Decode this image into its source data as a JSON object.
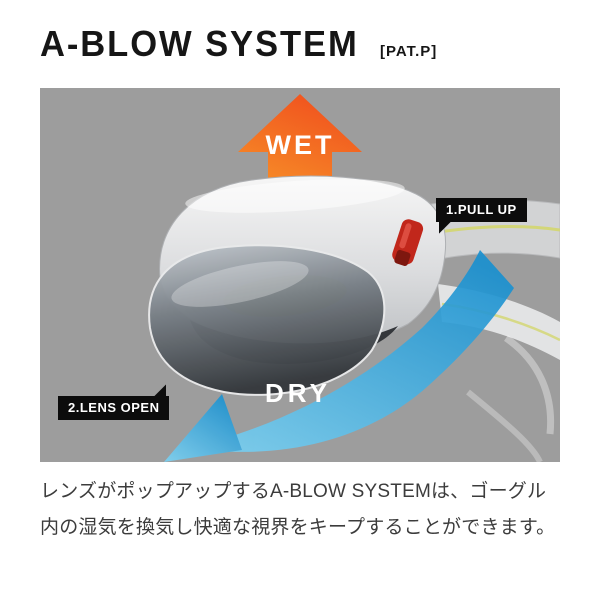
{
  "header": {
    "title": "A-BLOW SYSTEM",
    "patent": "[PAT.P]"
  },
  "diagram": {
    "wet_label": "WET",
    "dry_label": "DRY",
    "callout_pull_up": "1.PULL UP",
    "callout_lens_open": "2.LENS OPEN"
  },
  "description": {
    "line1": "レンズがポップアップするA-BLOW SYSTEMは、ゴーグル",
    "line2": "内の湿気を換気し快適な視界をキープすることができます。"
  },
  "colors": {
    "panel_bg": "#9d9d9d",
    "wet_start": "#f9a22b",
    "wet_end": "#f1581f",
    "dry_start": "#7ed2f2",
    "dry_end": "#1a90cf",
    "callout_bg": "#0c0c0c",
    "accent_red": "#c1271b",
    "title_color": "#161616",
    "desc_color": "#3c3c3c"
  }
}
